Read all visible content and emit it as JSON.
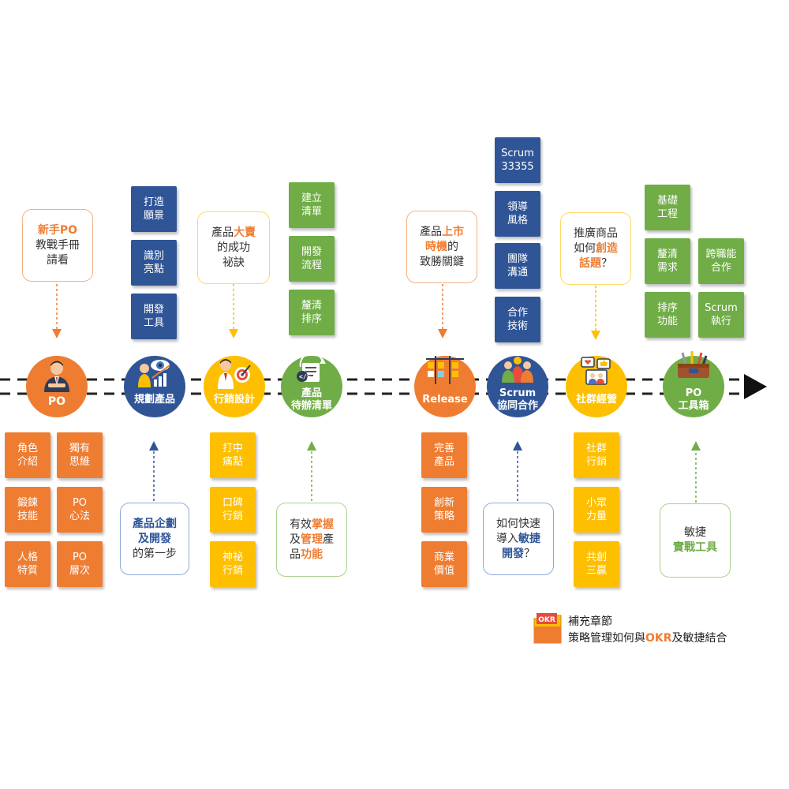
{
  "colors": {
    "orange": "#ee7d32",
    "blue": "#2f5597",
    "yellow": "#fdbf00",
    "green": "#70ad47",
    "line": "#222222"
  },
  "po": {
    "bubble": {
      "part1": "新手PO",
      "part2": "教戰手冊\n請看"
    },
    "node": "PO",
    "cards": [
      "角色\n介紹",
      "獨有\n思維",
      "鍛鍊\n技能",
      "PO\n心法",
      "人格\n特質",
      "PO\n層次"
    ]
  },
  "plan": {
    "cards": [
      "打造\n願景",
      "識別\n亮點",
      "開發\n工具"
    ],
    "node": "規劃產品",
    "bubble": {
      "part1": "產品企劃\n及開發",
      "part2": "的第一步"
    }
  },
  "marketing": {
    "bubble": {
      "part1": "產品",
      "part2": "大賣",
      "part3": "的成功\n祕訣"
    },
    "node": "行銷設計",
    "cards": [
      "打中\n痛點",
      "口碑\n行銷",
      "神祕\n行銷"
    ]
  },
  "backlog": {
    "cards": [
      "建立\n清單",
      "開發\n流程",
      "釐清\n排序"
    ],
    "node": "產品\n待辦清單",
    "bubble": {
      "part1": "有效",
      "part2": "掌握",
      "part3": "及",
      "part4": "管理",
      "part5": "產\n品",
      "part6": "功能"
    }
  },
  "release": {
    "bubble": {
      "part1": "產品",
      "part2": "上市\n時機",
      "part3": "的\n致勝關鍵"
    },
    "node": "Release",
    "cards": [
      "完善\n產品",
      "創新\n策略",
      "商業\n價值"
    ]
  },
  "scrum": {
    "cards": [
      "Scrum\n33355",
      "領導\n風格",
      "團隊\n溝通",
      "合作\n技術"
    ],
    "node": "Scrum\n協同合作",
    "bubble": {
      "part1": "如何快速\n導入",
      "part2": "敏捷\n開發",
      "part3": "？"
    }
  },
  "social": {
    "bubble": {
      "part1": "推廣商品\n如何",
      "part2": "創造\n話題",
      "part3": "？"
    },
    "node": "社群經營",
    "cards": [
      "社群\n行銷",
      "小眾\n力量",
      "共創\n三贏"
    ]
  },
  "toolbox": {
    "cards": [
      "基礎\n工程",
      "釐清\n需求",
      "跨職能\n合作",
      "排序\n功能",
      "Scrum\n執行"
    ],
    "node": "PO\n工具箱",
    "bubble": {
      "part1": "敏捷",
      "part2": "實戰工具"
    }
  },
  "legend": {
    "badge": "OKR",
    "line1": "補充章節",
    "line2a": "策略管理如何與",
    "line2b": "OKR",
    "line2c": "及敏捷結合"
  },
  "icons": [
    "businessman-icon",
    "vision-chart-icon",
    "target-icon",
    "backlog-document-icon",
    "sticky-notes-icon",
    "team-icon",
    "social-media-icon",
    "toolbox-icon",
    "okr-folder-icon",
    "timeline-arrow-icon"
  ]
}
